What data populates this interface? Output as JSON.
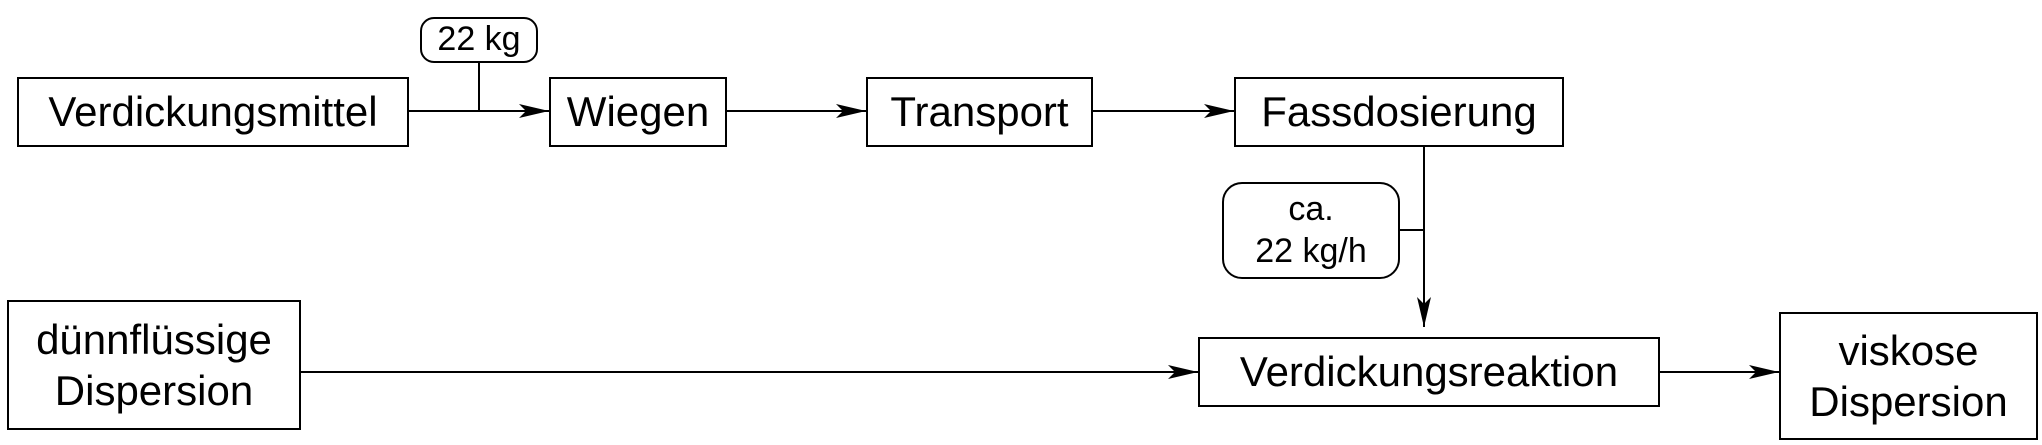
{
  "nodes": {
    "verdickungsmittel": "Verdickungsmittel",
    "wiegen": "Wiegen",
    "transport": "Transport",
    "fassdosierung": "Fassdosierung",
    "duennfluessige_line1": "dünnflüssige",
    "duennfluessige_line2": "Dispersion",
    "verdickungsreaktion": "Verdickungsreaktion",
    "viskose_line1": "viskose",
    "viskose_line2": "Dispersion"
  },
  "annotations": {
    "mass": "22 kg",
    "rate_line1": "ca.",
    "rate_line2": "22 kg/h"
  },
  "colors": {
    "stroke": "#000000",
    "fill": "#ffffff"
  }
}
